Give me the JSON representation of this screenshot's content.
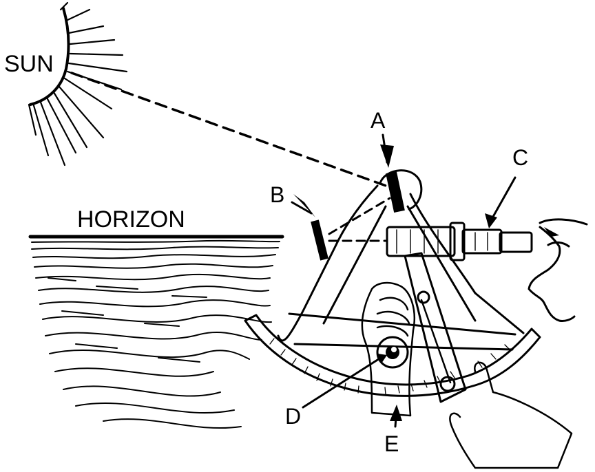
{
  "labels": {
    "sun": "SUN",
    "horizon": "HORIZON",
    "a": "A",
    "b": "B",
    "c": "C",
    "d": "D",
    "e": "E"
  },
  "colors": {
    "ink": "#000000",
    "paper": "#ffffff"
  }
}
